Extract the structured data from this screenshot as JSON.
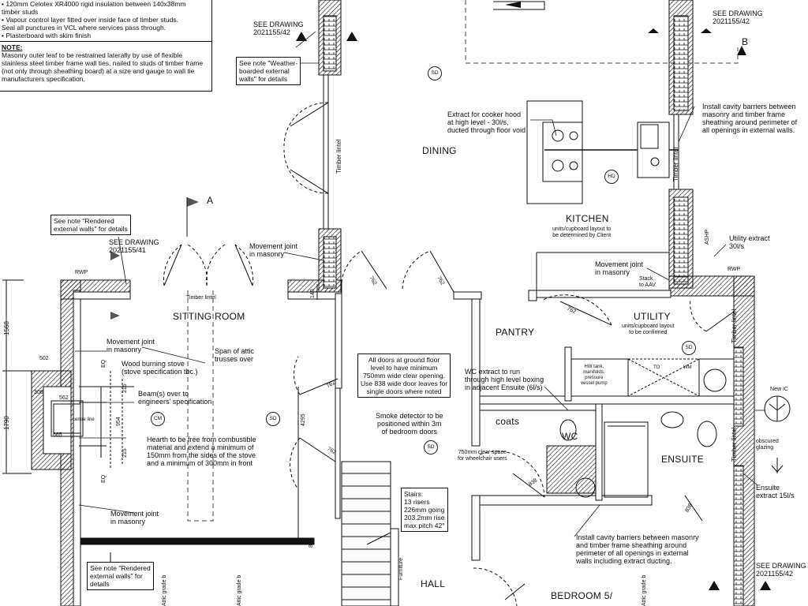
{
  "notes": {
    "items": [
      "• 120mm Celotex XR4000 rigid insulation between 140x38mm",
      "  timber studs",
      "• Vapour control layer fitted over inside face of timber studs.",
      "  Seal all punctures in VCL where services pass through.",
      "• Plasterboard with skim finish"
    ],
    "note_heading": "NOTE:",
    "note_text": "Masonry outer leaf to be restrained laterally by use of flexible stainless steel timber frame wall ties, nailed to studs of timber frame (not only through sheathing board) at a size and gauge to wall tie manufacturers specification."
  },
  "rooms": {
    "dining": "DINING",
    "kitchen": "KITCHEN",
    "sitting_room": "SITTING ROOM",
    "pantry": "PANTRY",
    "utility": "UTILITY",
    "coats": "coats",
    "wc": "WC",
    "ensuite": "ENSUITE",
    "hall": "HALL",
    "bedroom": "BEDROOM 5/"
  },
  "annotations": {
    "see_drawing_42_top": "SEE DRAWING\n2021155/42",
    "see_drawing_42_right": "SEE DRAWING\n2021155/42",
    "see_drawing_42_bottom": "SEE DRAWING\n2021155/42",
    "see_drawing_41": "SEE DRAWING\n2021155/41",
    "weather_boarded": "See note \"Weather-\nboarded external\nwalls\" for details",
    "rendered_top": "See note \"Rendered\nexternal walls\" for details",
    "rendered_bottom": "See note \"Rendered\nexternal walls\" for\ndetails",
    "extract_cooker": "Extract for cooker hood\nat high level - 30l/s,\nducted through floor void",
    "cavity_top": "Install cavity barriers between\nmasonry and timber frame\nsheathing around perimeter of\nall openings in external walls.",
    "kitchen_sub": "units/cupboard layout to\nbe determined by Client",
    "movement_joint_kitchen": "Movement joint\nin masonry",
    "movement_joint_dining": "Movement joint\nin masonry",
    "movement_joint_sitting": "Movement joint\nin masonry",
    "movement_joint_lower": "Movement joint\nin masonry",
    "utility_extract": "Utility extract\n30l/s",
    "utility_sub": "units/cupboard layout\nto be confirmed",
    "stack_aav": "Stack\nto AAV",
    "rwp_left": "RWP",
    "rwp_right": "RWP",
    "ashp": "ASHP",
    "timber_lintel_sitting": "Timber lintel",
    "timber_lintel_dining": "Timber lintel",
    "timber_lintel_kitchen": "Timber lintel",
    "timber_lintel_utility": "Timber lintel",
    "timber_lintel_ensuite": "Timber lintel",
    "span_attic": "Span of attic\ntrusses over",
    "wood_stove": "Wood burning stove\n(stove specification tbc.)",
    "beams": "Beam(s) over to\nengineers' specification",
    "hearth": "Hearth to be free from combustible\nmaterial and extend a minimum of\n150mm from the sides of the stove\nand a minimum of 300mm in front",
    "doors_note": "All doors at ground floor\nlevel to have minimum\n750mm wide clear opening.\nUse 838 wide door leaves for\nsingle doors where noted",
    "wc_extract": "WC extract to run\nthrough high level boxing\nin adjacent Ensuite (6l/s)",
    "smoke_detector": "Smoke detector to be\npositioned within 3m\nof bedroom doors",
    "clear_space": "750mm clear space\nfor wheelchair users",
    "stairs": "Stairs:\n13 risers\n226mm going\n203.2mm rise\nmax pitch 42°",
    "cavity_bottom": "Install cavity barriers between masonry\nand timber frame sheathing around\nperimeter of all openings in external\nwalls including extract ducting.",
    "ensuite_extract": "Ensuite\nextract 15l/s",
    "obscured": "obscured\nglazing",
    "new_ic": "New IC",
    "hw_tank": "HW tank,\nmanifolds,\npressure\nvessel pump",
    "to": "TO",
    "wm": "WM",
    "furniture": "Furniture",
    "attic_grade_1": "Attic grade b",
    "attic_grade_2": "Attic grade b",
    "attic_grade_3": "Attic grade b",
    "centre_line": "centre line",
    "section_a": "A",
    "section_b": "B"
  },
  "dimensions": {
    "d1568": "1568",
    "d1790": "1790",
    "d502": "502",
    "d306": "306",
    "d562": "562",
    "d665": "665",
    "d215a": "215",
    "d215b": "215",
    "d954": "954",
    "d4295": "4295",
    "d140": "140",
    "d762a": "762",
    "d762b": "762",
    "d762c": "762",
    "d762d": "762",
    "d762e": "762",
    "d838a": "838",
    "d838b": "838",
    "d89": "89",
    "eq1": "EQ",
    "eq2": "EQ"
  },
  "tags": {
    "sd": "SD",
    "hd": "HD",
    "cm": "CM"
  }
}
